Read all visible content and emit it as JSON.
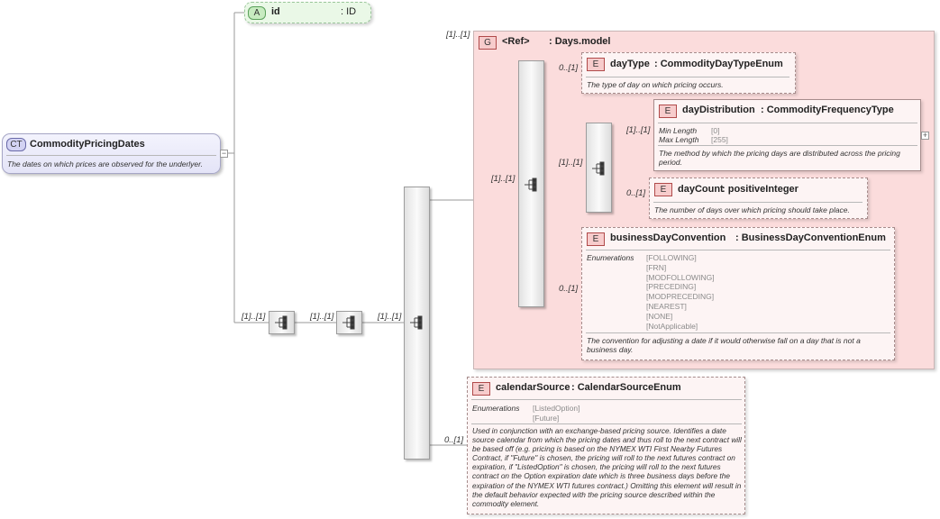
{
  "complex_type": {
    "tag": "CT",
    "name": "CommodityPricingDates",
    "doc": "The dates on which prices are observed for the underlyer."
  },
  "attribute": {
    "tag": "A",
    "name": "id",
    "type": ": ID"
  },
  "cardinalities": {
    "seq1": "[1]..[1]",
    "seq2": "[1]..[1]",
    "choice": "[1]..[1]",
    "group": "[1]..[1]",
    "inner_seq": "[1]..[1]",
    "day_type": "0..[1]",
    "day_inner": "[1]..[1]",
    "day_distribution": "[1]..[1]",
    "day_count": "0..[1]",
    "business_day_convention": "0..[1]",
    "calendar_source": "0..[1]"
  },
  "group": {
    "tag": "G",
    "name": "<Ref>",
    "type": ": Days.model"
  },
  "elements": {
    "day_type": {
      "tag": "E",
      "name": "dayType",
      "type": ": CommodityDayTypeEnum",
      "doc": "The type of day on which pricing occurs."
    },
    "day_distribution": {
      "tag": "E",
      "name": "dayDistribution",
      "type": ": CommodityFrequencyType",
      "facets": [
        {
          "label": "Min Length",
          "value": "[0]"
        },
        {
          "label": "Max Length",
          "value": "[255]"
        }
      ],
      "doc": "The method by which the pricing days are distributed across the pricing period."
    },
    "day_count": {
      "tag": "E",
      "name": "dayCount",
      "type": ": positiveInteger",
      "doc": "The number of days over which pricing should take place."
    },
    "business_day_convention": {
      "tag": "E",
      "name": "businessDayConvention",
      "type": ": BusinessDayConventionEnum",
      "enum_label": "Enumerations",
      "enums": [
        "[FOLLOWING]",
        "[FRN]",
        "[MODFOLLOWING]",
        "[PRECEDING]",
        "[MODPRECEDING]",
        "[NEAREST]",
        "[NONE]",
        "[NotApplicable]"
      ],
      "doc": "The convention for adjusting a date if it would otherwise fall on a day that is not a business day."
    },
    "calendar_source": {
      "tag": "E",
      "name": "calendarSource",
      "type": ": CalendarSourceEnum",
      "enum_label": "Enumerations",
      "enums": [
        "[ListedOption]",
        "[Future]"
      ],
      "doc": "Used in conjunction with an exchange-based pricing source. Identifies a date source calendar from which the pricing dates and thus roll to the next contract will be based off (e.g. pricing is based on the NYMEX WTI First Nearby Futures Contract, if \"Future\" is chosen, the pricing will roll to the next futures contract on expiration, if \"ListedOption\" is chosen, the pricing will roll to the next futures contract on the Option expiration date which is three business days before the expiration of the NYMEX WTI futures contract.) Omitting this element will result in the default behavior expected with the pricing source described within the commodity element."
    }
  },
  "colors": {
    "complex_type_bg": "#e6e6f8",
    "attribute_bg": "#eaf8e7",
    "group_bg": "#fbdcdc",
    "element_bg": "#fdf4f4",
    "tag_border": "#b04a4a"
  }
}
